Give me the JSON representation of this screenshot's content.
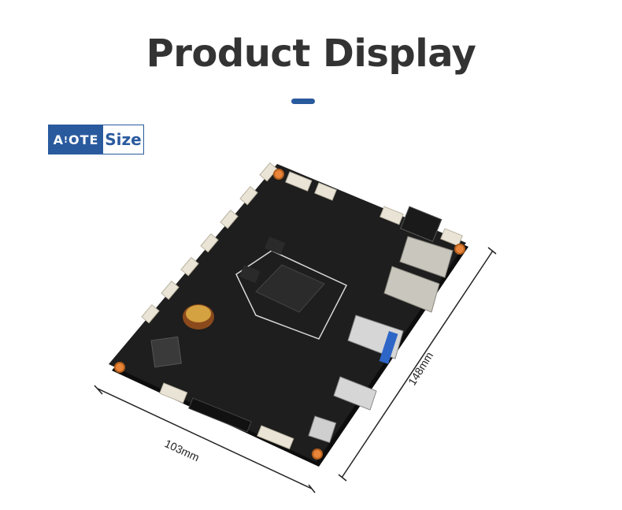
{
  "heading": {
    "title": "Product Display"
  },
  "badge": {
    "logo": "AIOTE",
    "label": "Size"
  },
  "dimensions": {
    "width_label": "103mm",
    "length_label": "148mm"
  },
  "colors": {
    "accent": "#2a5a9e",
    "pcb": "#1c1c1c",
    "connector": "#e9e4d6",
    "title": "#333333"
  }
}
